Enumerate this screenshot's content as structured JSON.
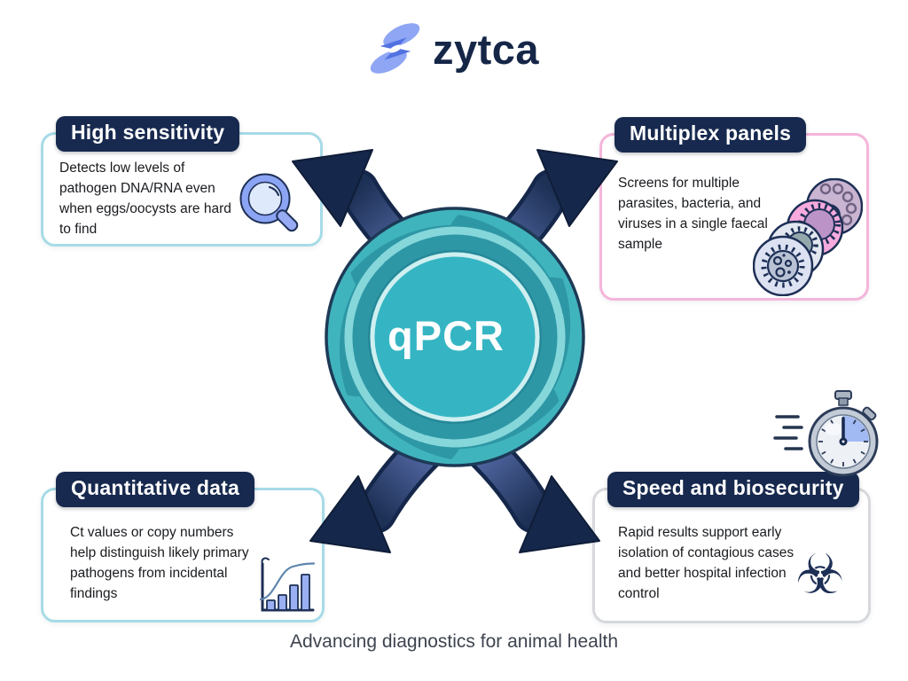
{
  "logo": {
    "text": "zytca"
  },
  "center": {
    "label": "qPCR"
  },
  "cards": [
    {
      "id": "high-sensitivity",
      "title": "High sensitivity",
      "body": "Detects low levels of pathogen DNA/RNA even when eggs/oocysts are hard to find",
      "accent": "#a6dbe7",
      "icon": "magnifier-icon"
    },
    {
      "id": "multiplex-panels",
      "title": "Multiplex panels",
      "body": "Screens for multiple parasites, bacteria, and viruses in a single faecal sample",
      "accent": "#f5b5da",
      "icon": "pathogen-stack-icon"
    },
    {
      "id": "quantitative-data",
      "title": "Quantitative data",
      "body": "Ct values or copy numbers help distinguish likely primary pathogens from incidental findings",
      "accent": "#a6dbe7",
      "icon": "amplification-chart-icon"
    },
    {
      "id": "speed-and-biosecurity",
      "title": "Speed and biosecurity",
      "body": "Rapid results support early isolation of contagious cases and better hospital infection control",
      "accent": "#d6d8db",
      "icon": "stopwatch-icon, biohazard-icon"
    }
  ],
  "glyphs": {
    "biohazard": "☣"
  },
  "footer": {
    "tagline": "Advancing diagnostics for animal health"
  },
  "colors": {
    "navy": "#17294e",
    "teal": "#3fb4bd",
    "inner_teal": "#35b5c3",
    "periwinkle": "#8ea6f3",
    "arrow_dark": "#15274a",
    "accent_teal": "#a6dbe7",
    "accent_pink": "#f5b5da",
    "accent_gray": "#d6d8db"
  }
}
